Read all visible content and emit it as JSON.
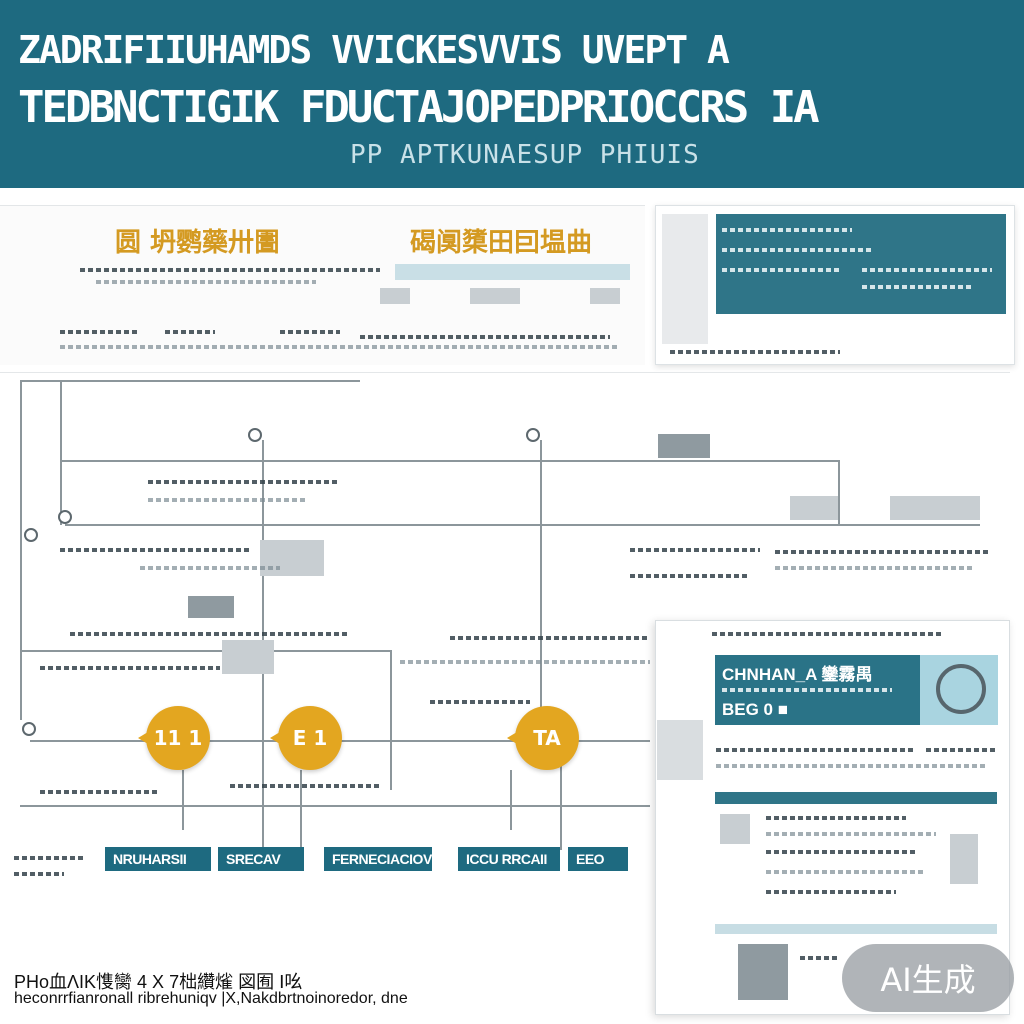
{
  "header": {
    "line1": "ZADRIFIIUHAMDS VVICKESVVIS UVEPT  A",
    "line2": "TEDBNCTIGIK FDUCTAJOPEDPRIOCCRS IA",
    "line3": "PP  APTKUNAESUP PHIUIS"
  },
  "panel": {
    "heading_left": "圆 坍鹦藥卅圕",
    "heading_right": "碣阒橥田囙塭曲"
  },
  "nodes": [
    {
      "label": "11 1"
    },
    {
      "label": "E 1"
    },
    {
      "label": "TA"
    }
  ],
  "tags": [
    {
      "label": "NRUHARSII"
    },
    {
      "label": "SRECAV"
    },
    {
      "label": "FERNECIACIOV"
    },
    {
      "label": "ICCU RRCAII"
    },
    {
      "label": "EEO"
    }
  ],
  "card": {
    "title_line1": "CHNHAN_A 鑾霧禺",
    "title_line2": "BEG 0 ■"
  },
  "footer": {
    "line1": "PHo血ΛIK愯臠 4 X  7柮纘熦 図囿 Ⅰ吆",
    "line2": "heconrrfianronall ribrehuniqv |X,Nakdbrtnoinoredor, dne"
  },
  "badge": {
    "label": "AI生成"
  },
  "colors": {
    "banner": "#1e6a80",
    "accent": "#e3a620",
    "teal": "#2f7588"
  }
}
